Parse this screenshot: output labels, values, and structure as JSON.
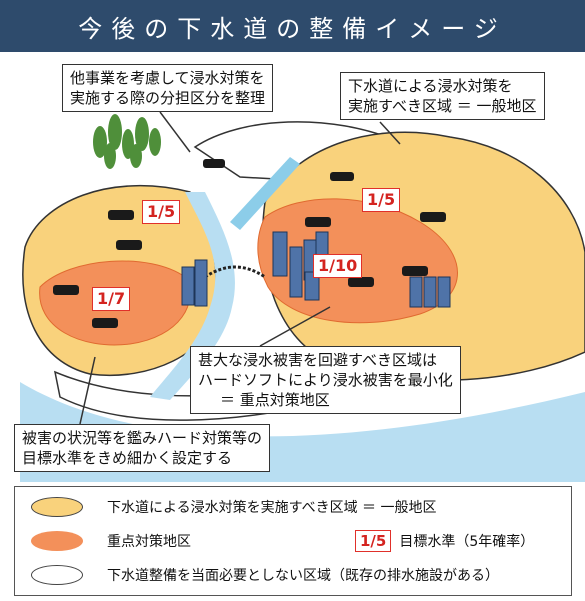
{
  "title": "今後の下水道の整備イメージ",
  "callouts": {
    "top_left": [
      "他事業を考慮して浸水対策を",
      "実施する際の分担区分を整理"
    ],
    "top_right": [
      "下水道による浸水対策を",
      "実施すべき区域 ＝ 一般地区"
    ],
    "center": [
      "甚大な浸水被害を回避すべき区域は",
      "ハードソフトにより浸水被害を最小化",
      "＝ 重点対策地区"
    ],
    "bottom_left": [
      "被害の状況等を鑑みハード対策等の",
      "目標水準をきめ細かく設定する"
    ]
  },
  "rates": {
    "left_general": "1/5",
    "left_priority": "1/7",
    "right_general": "1/5",
    "right_priority": "1/10"
  },
  "legend": {
    "general": "下水道による浸水対策を実施すべき区域 ＝ 一般地区",
    "priority": "重点対策地区",
    "rate_sample": "1/5",
    "rate_label": "目標水準（5年確率）",
    "unneeded": "下水道整備を当面必要としない区域（既存の排水施設がある）"
  },
  "colors": {
    "general_area": "#f9d27c",
    "priority_area": "#f3905a",
    "water": "#b8def2",
    "title_bg": "#2e4b6c"
  }
}
